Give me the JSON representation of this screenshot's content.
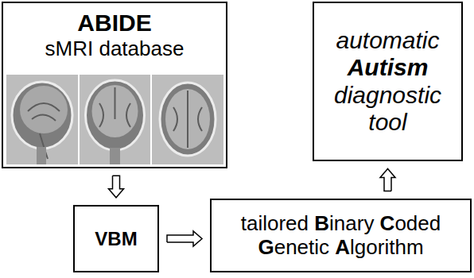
{
  "diagram": {
    "nodes": [
      {
        "text": [
          "ABIDE",
          "sMRI database"
        ]
      },
      {
        "text": [
          "VBM"
        ]
      },
      {
        "text": [
          "tailored Binary Coded Genetic Algorithm"
        ]
      },
      {
        "text": [
          "automatic Autism diagnostic tool"
        ]
      }
    ],
    "edges": [
      {
        "from": 0,
        "to": 1,
        "arrow": "to"
      },
      {
        "from": 1,
        "to": 2,
        "arrow": "to"
      },
      {
        "from": 2,
        "to": 3,
        "arrow": "to"
      }
    ]
  }
}
